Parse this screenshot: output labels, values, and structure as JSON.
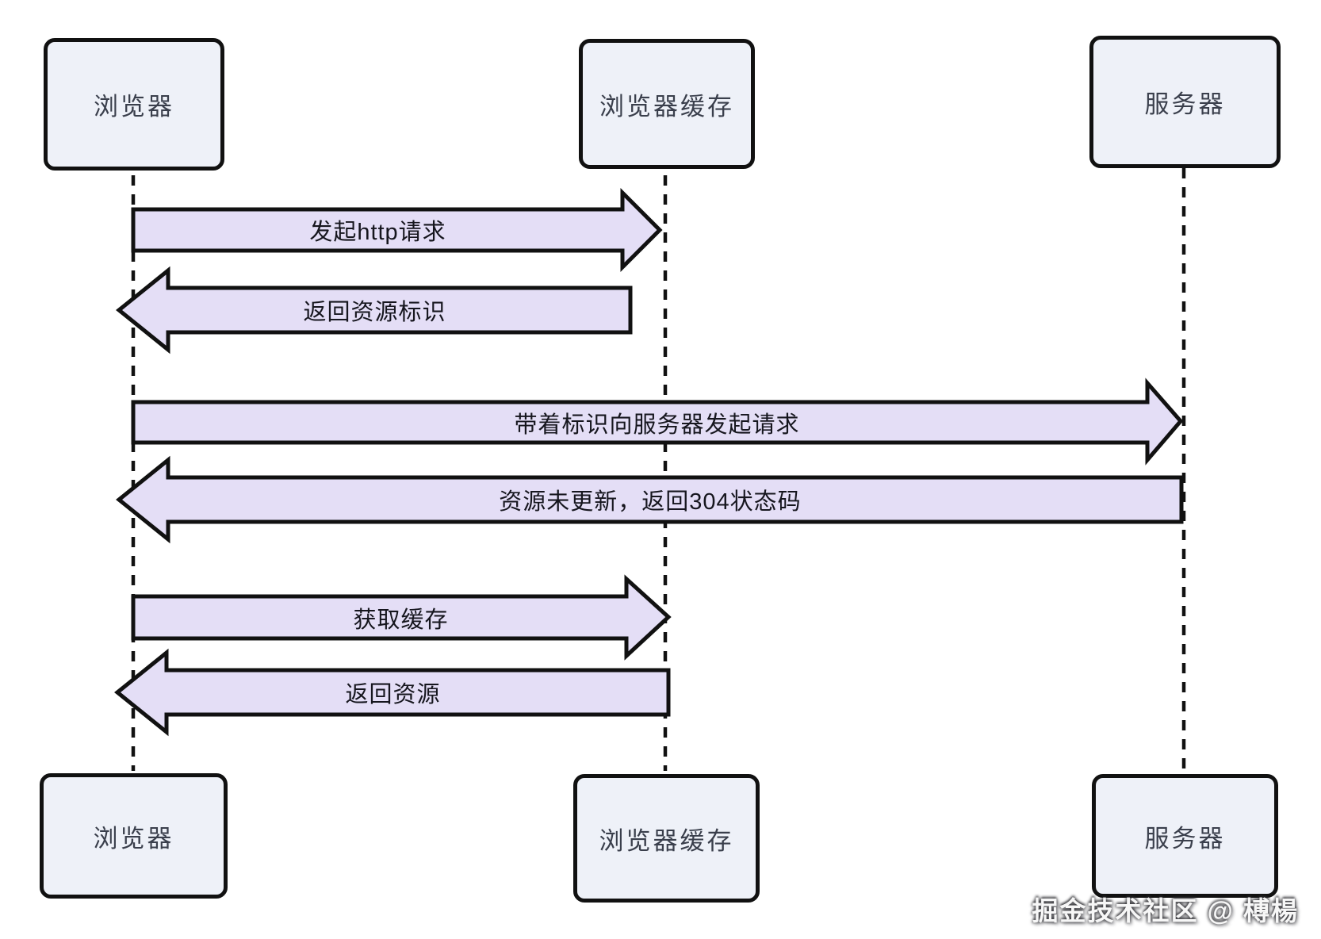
{
  "diagram": {
    "participants": [
      {
        "label": "浏览器"
      },
      {
        "label": "浏览器缓存"
      },
      {
        "label": "服务器"
      }
    ],
    "messages": [
      {
        "label": "发起http请求",
        "from": "浏览器",
        "to": "浏览器缓存",
        "direction": "right"
      },
      {
        "label": "返回资源标识",
        "from": "浏览器缓存",
        "to": "浏览器",
        "direction": "left"
      },
      {
        "label": "带着标识向服务器发起请求",
        "from": "浏览器",
        "to": "服务器",
        "direction": "right"
      },
      {
        "label": "资源未更新，返回304状态码",
        "from": "服务器",
        "to": "浏览器",
        "direction": "left"
      },
      {
        "label": "获取缓存",
        "from": "浏览器",
        "to": "浏览器缓存",
        "direction": "right"
      },
      {
        "label": "返回资源",
        "from": "浏览器缓存",
        "to": "浏览器",
        "direction": "left"
      }
    ]
  },
  "watermark": {
    "text": "掘金技术社区 @ 榑楊"
  },
  "colors": {
    "box_fill": "#eef1f8",
    "arrow_fill": "#e4def6",
    "stroke": "#111111",
    "box_text": "#3a3f4c",
    "arrow_text": "#16161e",
    "background": "#ffffff"
  }
}
